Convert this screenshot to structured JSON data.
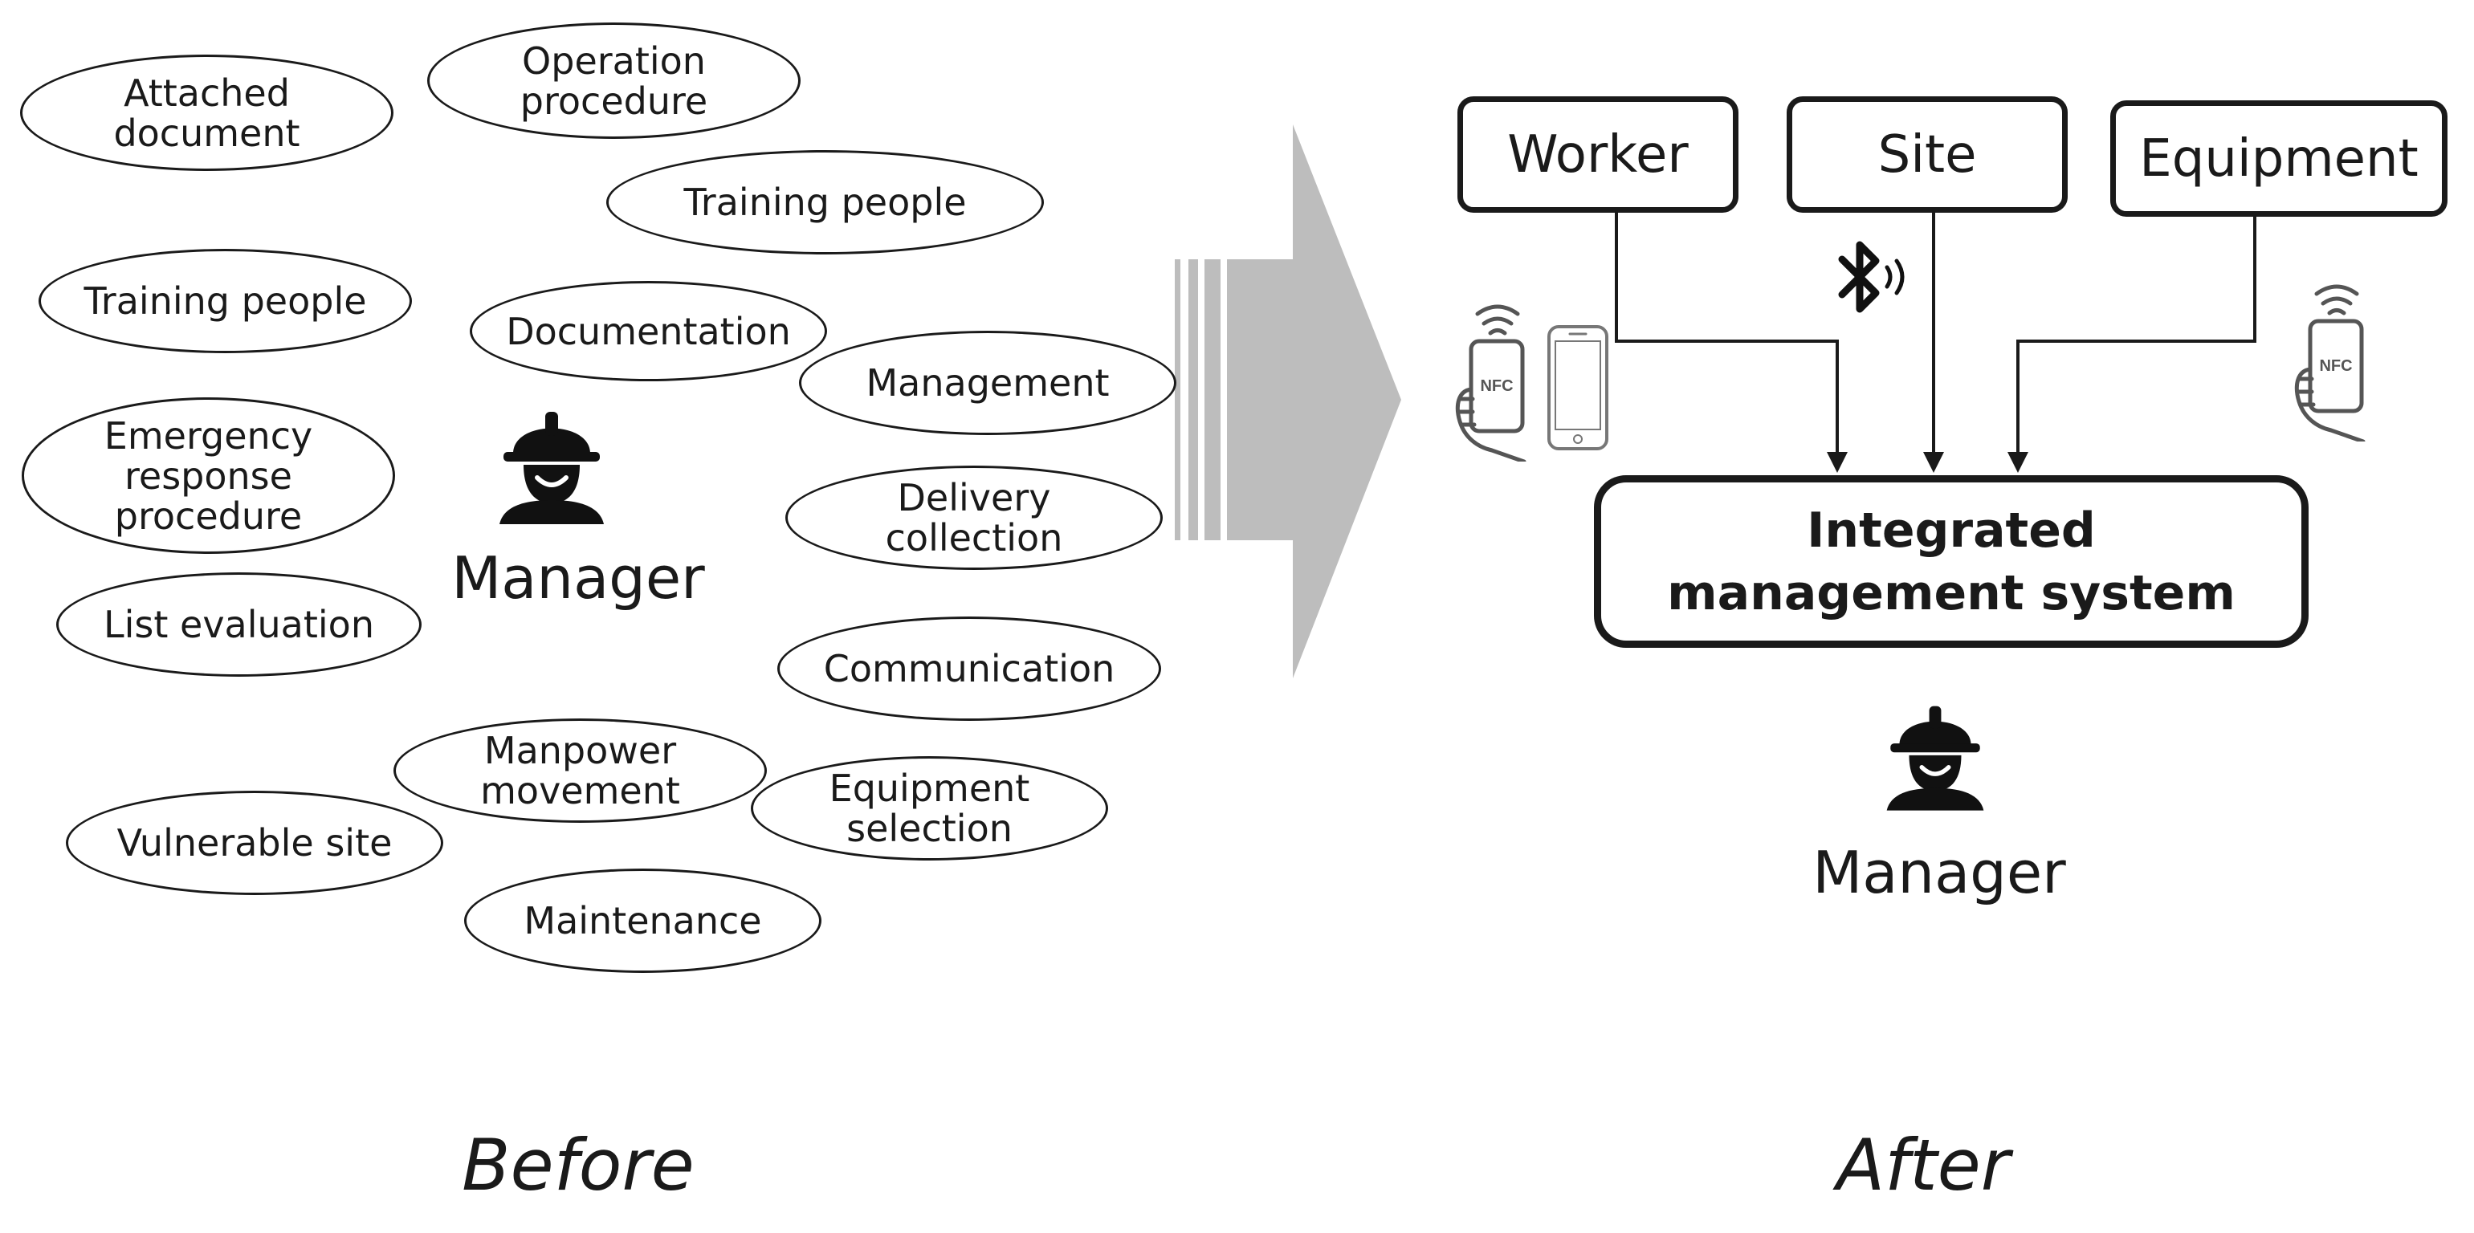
{
  "before": {
    "caption": "Before",
    "manager_label": "Manager",
    "bubbles": [
      "Attached\ndocument",
      "Operation\nprocedure",
      "Training people",
      "Training people",
      "Documentation",
      "Management",
      "Emergency\nresponse\nprocedure",
      "Delivery\ncollection",
      "List evaluation",
      "Communication",
      "Manpower\nmovement",
      "Equipment\nselection",
      "Vulnerable site",
      "Maintenance"
    ]
  },
  "after": {
    "caption": "After",
    "manager_label": "Manager",
    "sources": [
      "Worker",
      "Site",
      "Equipment"
    ],
    "system_label": "Integrated\nmanagement system",
    "nfc_text": "NFC"
  },
  "colors": {
    "line": "#1a1a1a",
    "arrow_gray": "#bdbdbd",
    "icon_gray": "#555555"
  },
  "icons": {
    "manager": "worker-helmet-icon",
    "nfc_phone": "nfc-phone-icon",
    "smartphone": "smartphone-icon",
    "bluetooth": "bluetooth-icon",
    "transition_arrow": "block-arrow"
  }
}
